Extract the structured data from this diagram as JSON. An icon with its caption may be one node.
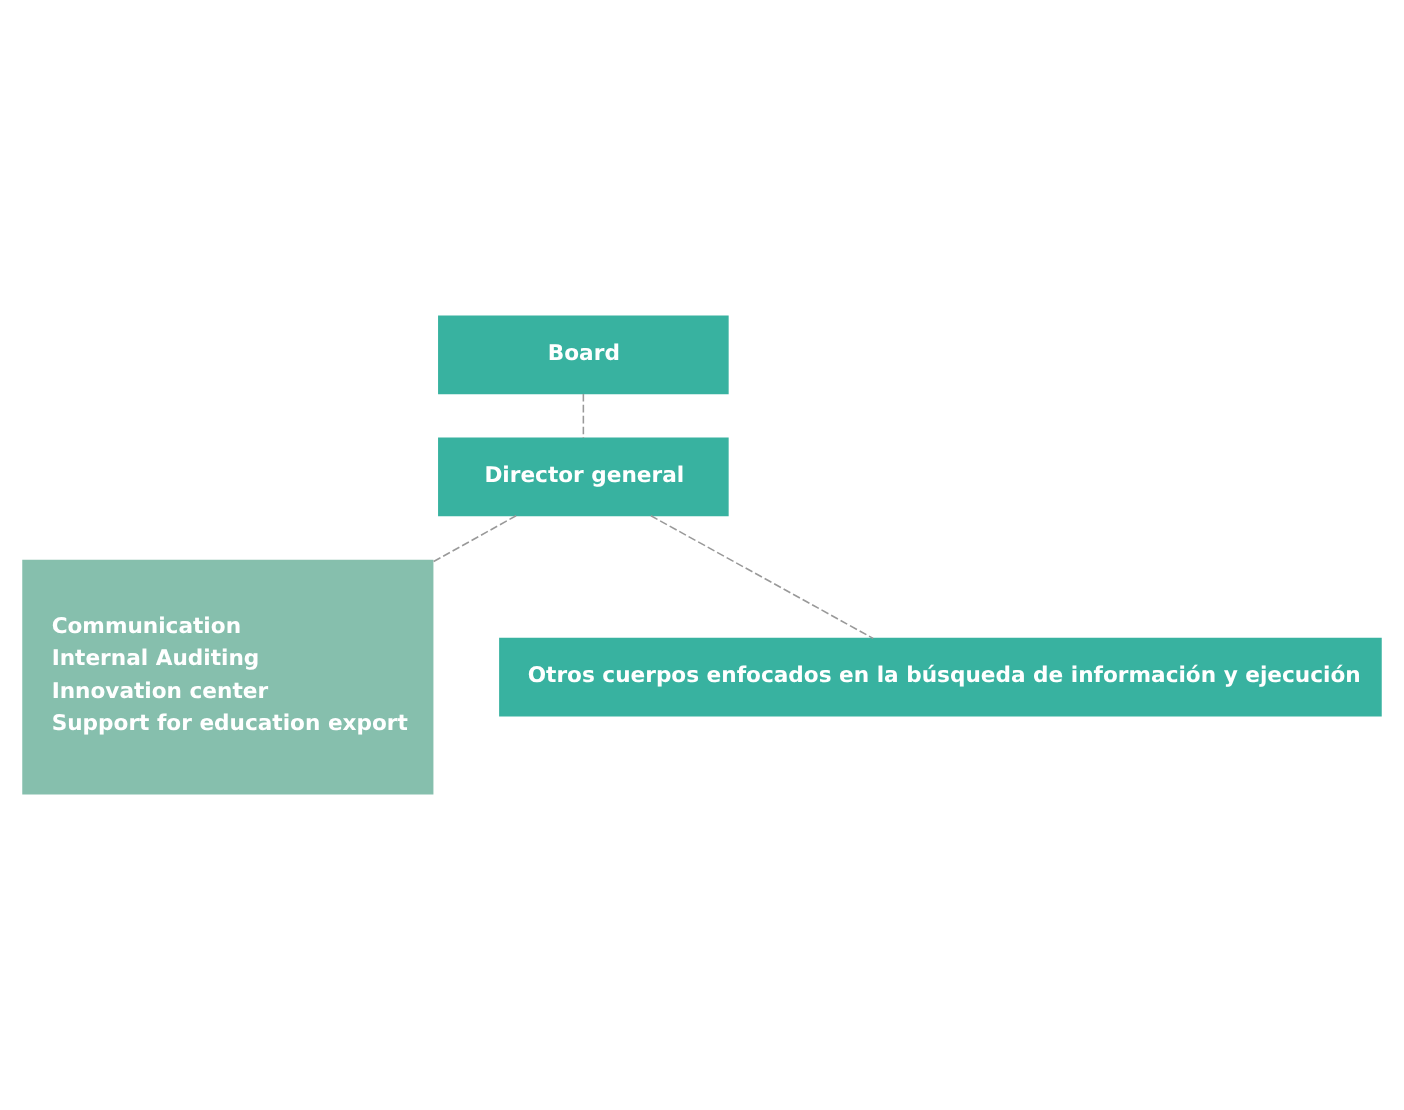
{
  "diagram": {
    "nodes": [
      {
        "text": [
          "Board"
        ]
      },
      {
        "text": [
          "Director general"
        ]
      },
      {
        "text": [
          "Communication",
          "Internal Auditing",
          "Innovation center",
          "Support for education export"
        ]
      },
      {
        "text": [
          "Otros cuerpos enfocados en la búsqueda de información y ejecución"
        ]
      }
    ],
    "edges": [
      {
        "from": 0,
        "to": 1,
        "arrow": "none",
        "style": "dashed"
      },
      {
        "from": 1,
        "to": 2,
        "arrow": "none",
        "style": "dashed"
      },
      {
        "from": 1,
        "to": 3,
        "arrow": "none",
        "style": "dashed"
      }
    ]
  }
}
